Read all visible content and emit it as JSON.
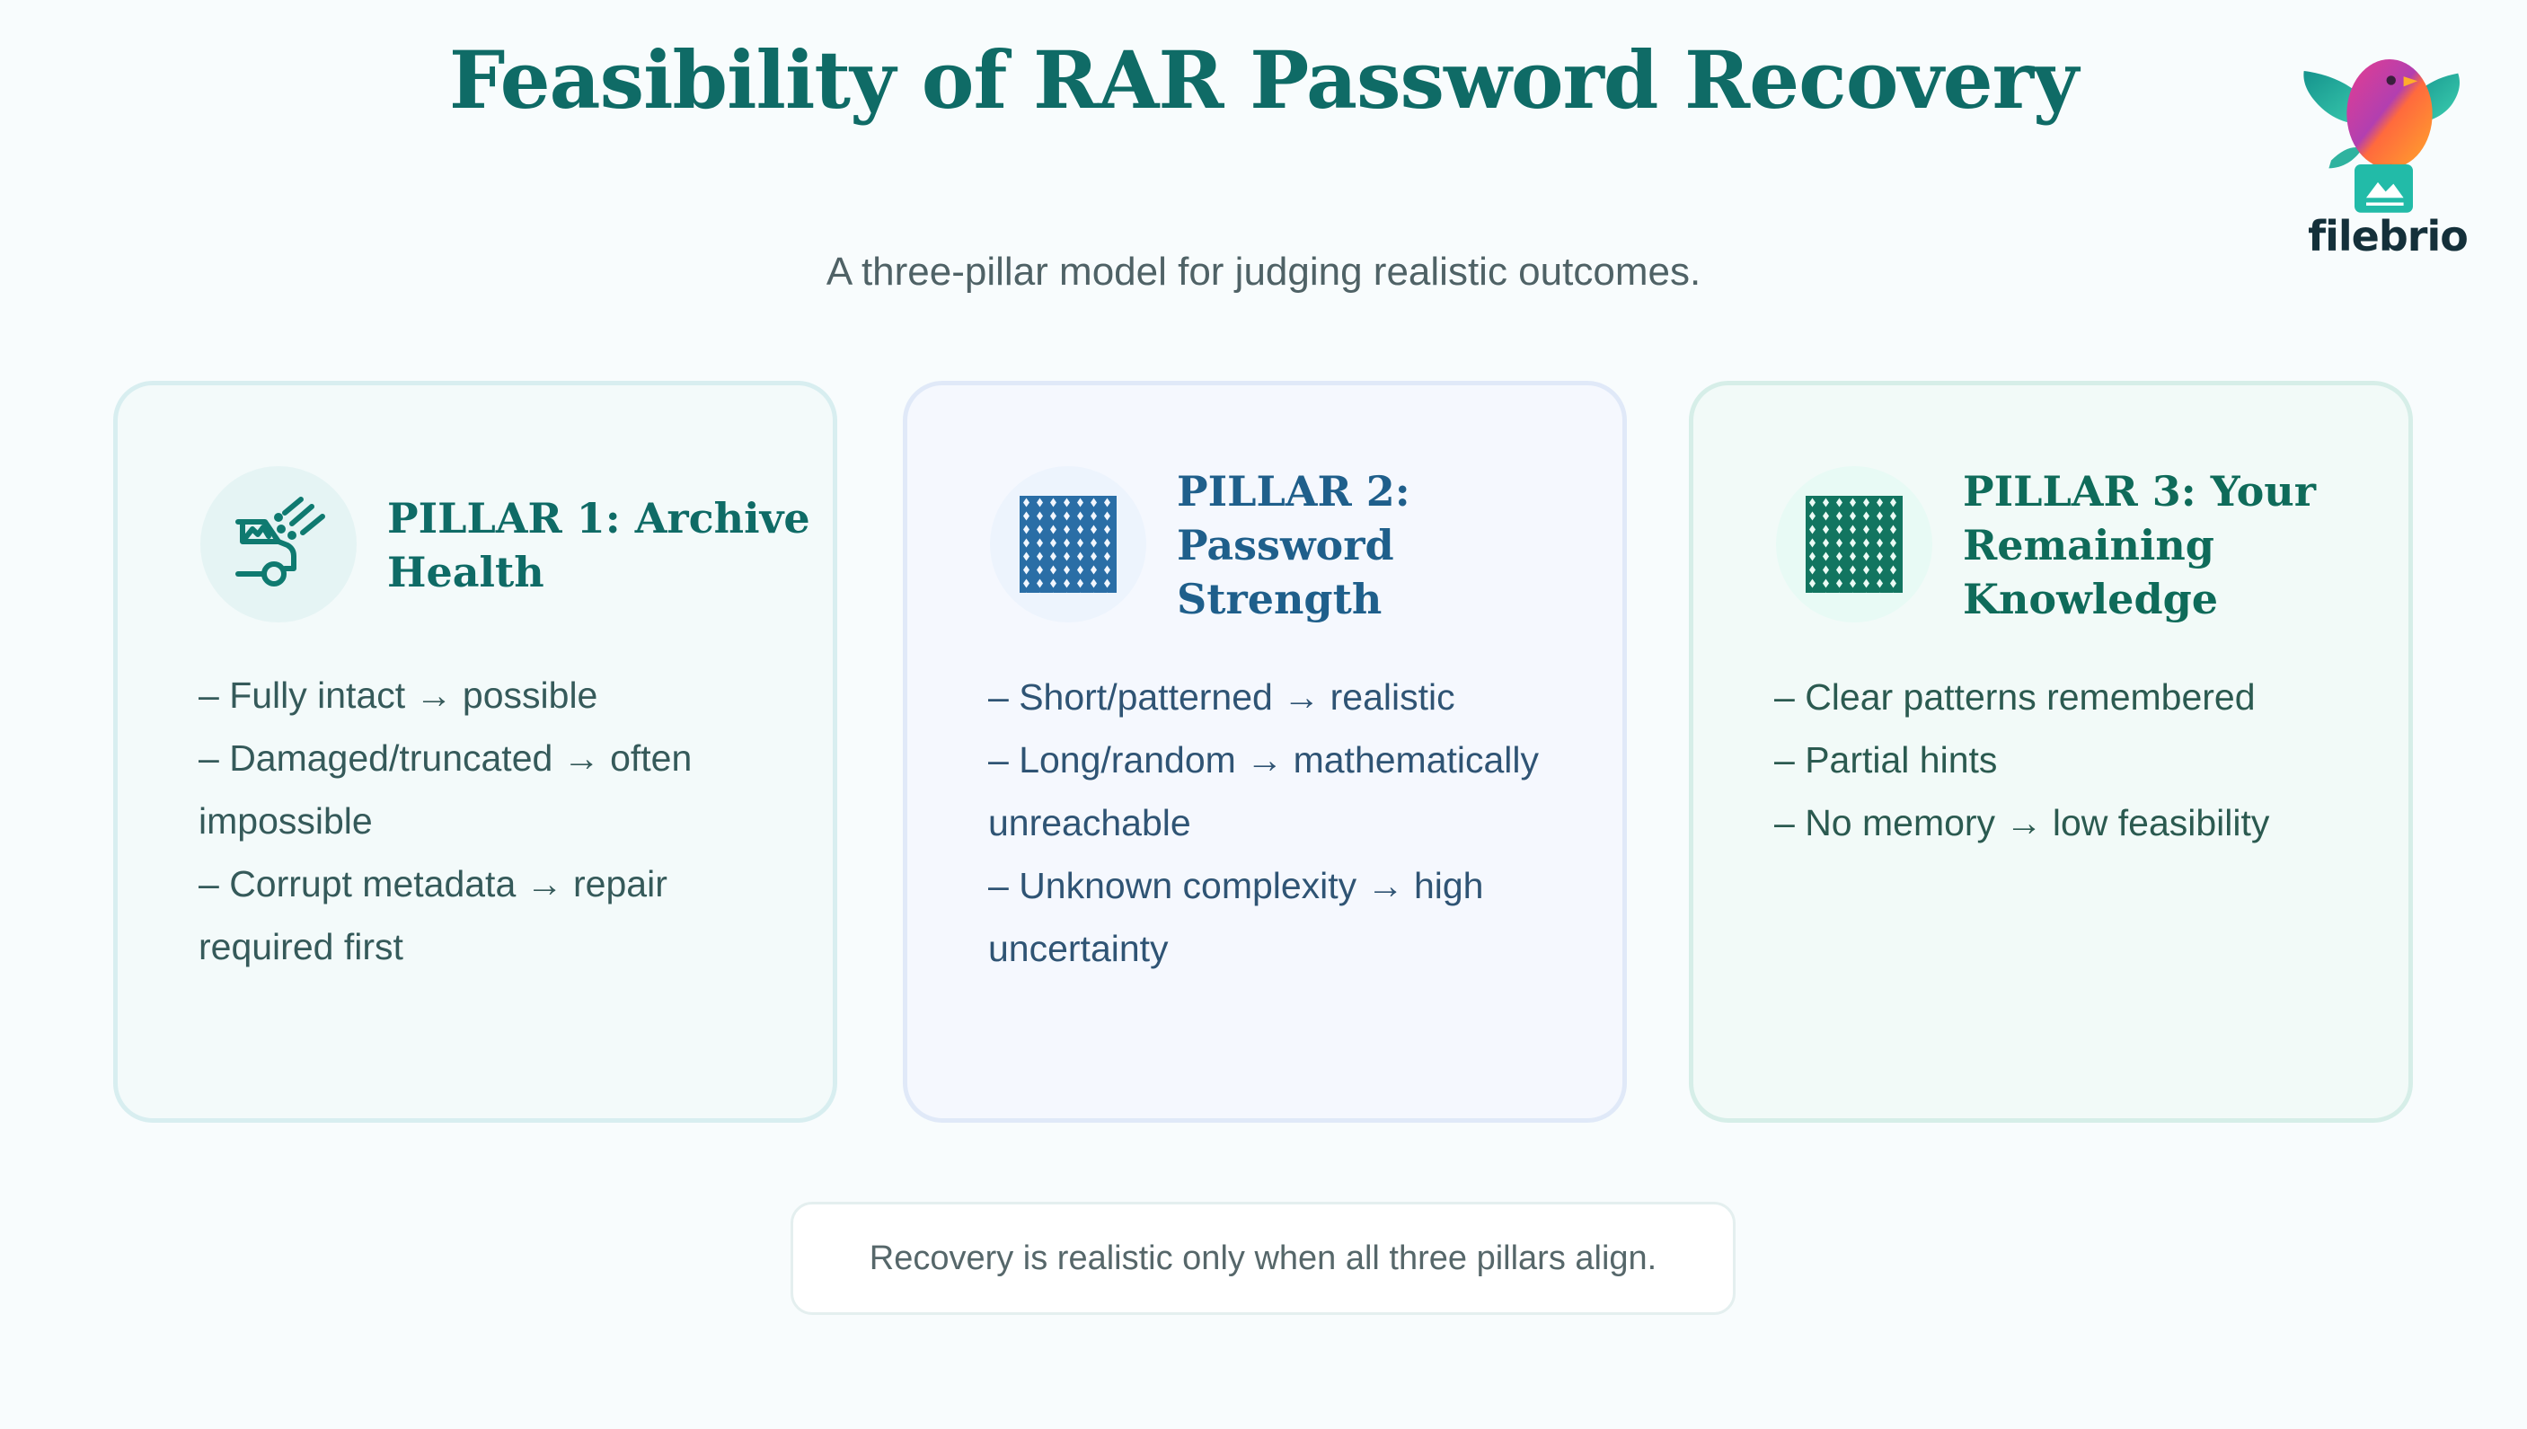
{
  "header": {
    "title": "Feasibility of RAR Password Recovery",
    "subtitle": "A three-pillar model for judging realistic outcomes."
  },
  "brand": {
    "name": "filebrio",
    "logo_icon": "bird-on-image-file-icon"
  },
  "colors": {
    "title": "#0f6b66",
    "pillar1_accent": "#0f7a70",
    "pillar2_accent": "#2a6ea6",
    "pillar3_accent": "#127560",
    "background": "#f8fcfd"
  },
  "pillars": [
    {
      "title": "PILLAR 1: Archive Health",
      "icon": "damaged-car-icon",
      "points": [
        "– Fully intact → possible",
        "– Damaged/truncated → often impossible",
        "– Corrupt metadata → repair required first"
      ]
    },
    {
      "title": "PILLAR 2: Password Strength",
      "icon": "lattice-pattern-icon",
      "points": [
        "– Short/patterned → realistic",
        "– Long/random → mathematically unreachable",
        "– Unknown complexity → high uncertainty"
      ]
    },
    {
      "title": "PILLAR 3: Your Remaining Knowledge",
      "icon": "lattice-pattern-icon",
      "points": [
        "– Clear patterns remembered",
        "– Partial hints",
        "– No memory → low feasibility"
      ]
    }
  ],
  "footer": {
    "note": "Recovery is realistic only when all three pillars align."
  }
}
